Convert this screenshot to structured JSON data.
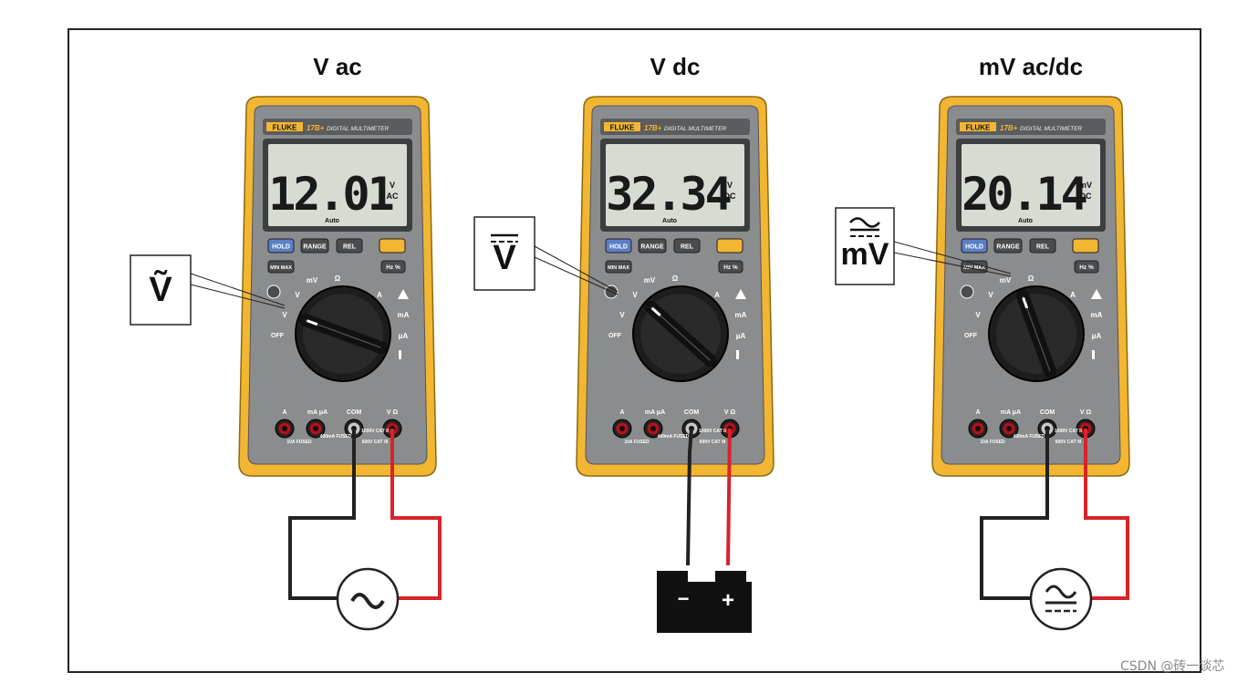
{
  "meters": [
    {
      "title": "V ac",
      "brand": "FLUKE",
      "model": "17B+",
      "model_desc": "DIGITAL MULTIMETER",
      "reading": "12.01",
      "unit_top": "V",
      "unit_bottom": "AC",
      "range_mode": "Auto",
      "callout_symbol": "Ṽ",
      "source_type": "ac-source"
    },
    {
      "title": "V dc",
      "brand": "FLUKE",
      "model": "17B+",
      "model_desc": "DIGITAL MULTIMETER",
      "reading": "32.34",
      "unit_top": "V",
      "unit_bottom": "DC",
      "range_mode": "Auto",
      "callout_symbol": "V",
      "source_type": "battery"
    },
    {
      "title": "mV ac/dc",
      "brand": "FLUKE",
      "model": "17B+",
      "model_desc": "DIGITAL MULTIMETER",
      "reading": "20.14",
      "unit_top": "mV",
      "unit_bottom": "DC",
      "range_mode": "Auto",
      "callout_symbol": "mV",
      "source_type": "ac-dc-source"
    }
  ],
  "buttons": {
    "hold": "HOLD",
    "range": "RANGE",
    "rel": "REL",
    "minmax": "MIN MAX",
    "hz": "Hz %"
  },
  "dial_labels": {
    "off": "OFF",
    "mv": "mV",
    "ohm": "Ω",
    "a": "A",
    "ma": "mA",
    "ua": "μA",
    "v": "V"
  },
  "jacks": {
    "a": "A",
    "ma_ua": "mA μA",
    "com": "COM",
    "vohm": "V Ω",
    "fuse_10a": "10A FUSED",
    "fuse_400ma": "400mA FUSED",
    "rating_1": "1000V CAT II",
    "rating_2": "600V CAT III"
  },
  "battery": {
    "minus": "−",
    "plus": "+"
  },
  "watermark": "CSDN @砖一谈芯",
  "colors": {
    "case_yellow": "#f2b632",
    "case_gray": "#8a8c8e",
    "lcd": "#d7dcd3",
    "blue_btn": "#5b7fc4",
    "red_wire": "#d8232a"
  }
}
